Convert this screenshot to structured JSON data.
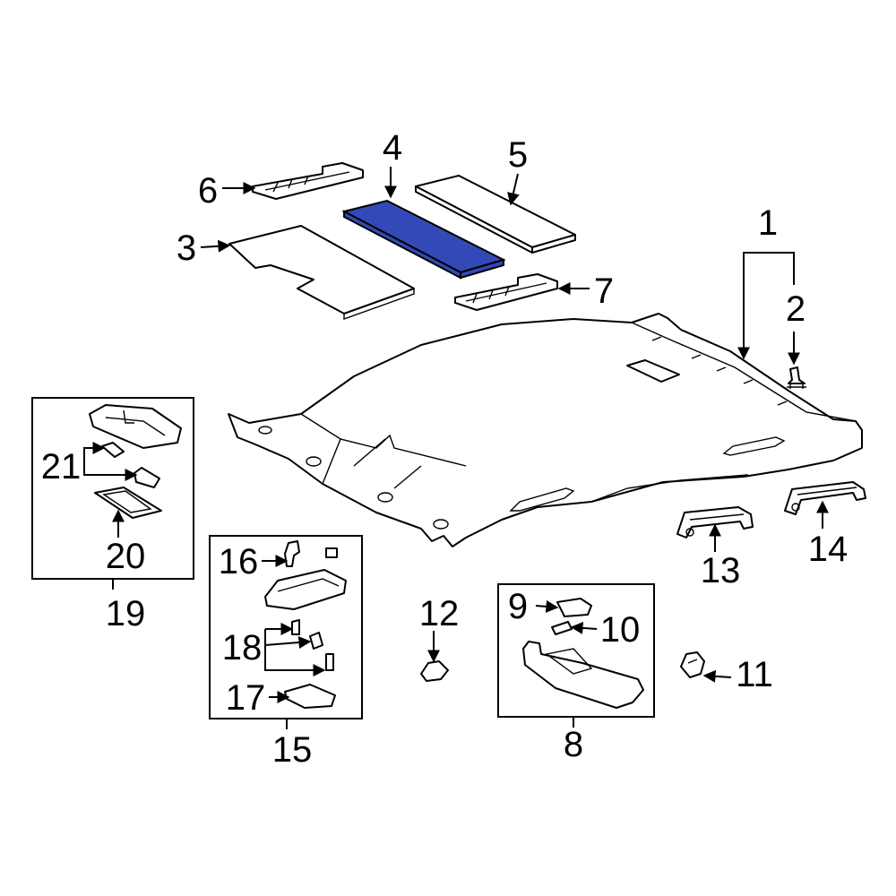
{
  "diagram": {
    "highlight_color": "#3349b8",
    "highlighted_callout": "4",
    "callouts": [
      "1",
      "2",
      "3",
      "4",
      "5",
      "6",
      "7",
      "8",
      "9",
      "10",
      "11",
      "12",
      "13",
      "14",
      "15",
      "16",
      "17",
      "18",
      "19",
      "20",
      "21"
    ]
  }
}
